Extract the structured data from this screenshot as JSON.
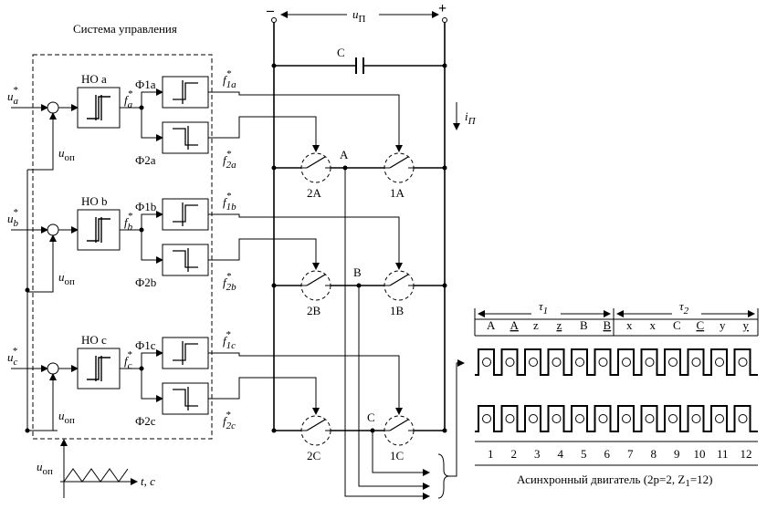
{
  "title": "Система управления",
  "reference_signals": {
    "a": "u",
    "b": "u",
    "c": "u",
    "a_sub": "a",
    "b_sub": "b",
    "c_sub": "c",
    "sup": "*"
  },
  "carrier": {
    "label": "u",
    "sub": "оп"
  },
  "time_axis": {
    "label": "t, с"
  },
  "normalizers": [
    "НО a",
    "НО b",
    "НО c"
  ],
  "normalizer_outputs": {
    "a": {
      "f": "f",
      "sub": "a",
      "sup": "*"
    },
    "b": {
      "f": "f",
      "sub": "b",
      "sup": "*"
    },
    "c": {
      "f": "f",
      "sub": "c",
      "sup": "*"
    }
  },
  "shapers": {
    "a": [
      "Ф1a",
      "Ф2a"
    ],
    "b": [
      "Ф1b",
      "Ф2b"
    ],
    "c": [
      "Ф1c",
      "Ф2c"
    ]
  },
  "shaper_outputs": {
    "a": [
      {
        "f": "f",
        "sub": "1a",
        "sup": "*"
      },
      {
        "f": "f",
        "sub": "2a",
        "sup": "*"
      }
    ],
    "b": [
      {
        "f": "f",
        "sub": "1b",
        "sup": "*"
      },
      {
        "f": "f",
        "sub": "2b",
        "sup": "*"
      }
    ],
    "c": [
      {
        "f": "f",
        "sub": "1c",
        "sup": "*"
      },
      {
        "f": "f",
        "sub": "2c",
        "sup": "*"
      }
    ]
  },
  "dc_link": {
    "minus": "–",
    "plus": "+",
    "voltage": "u",
    "voltage_sub": "П",
    "capacitor": "C",
    "current": "i",
    "current_sub": "П"
  },
  "switches": [
    "2A",
    "1A",
    "2B",
    "1B",
    "2C",
    "1C"
  ],
  "phase_nodes": [
    "A",
    "B",
    "C"
  ],
  "motor": {
    "caption": "Асинхронный двигатель (2p=2, Z",
    "caption_sub": "1",
    "caption_end": "=12)",
    "tau1": "τ",
    "tau1_sub": "1",
    "tau2": "τ",
    "tau2_sub": "2",
    "winding_letters": [
      "A",
      "A",
      "z",
      "z",
      "B",
      "B",
      "x",
      "x",
      "C",
      "C",
      "y",
      "y"
    ],
    "underlined": [
      1,
      3,
      5,
      9,
      11
    ],
    "slot_numbers": [
      "1",
      "2",
      "3",
      "4",
      "5",
      "6",
      "7",
      "8",
      "9",
      "10",
      "11",
      "12"
    ]
  }
}
